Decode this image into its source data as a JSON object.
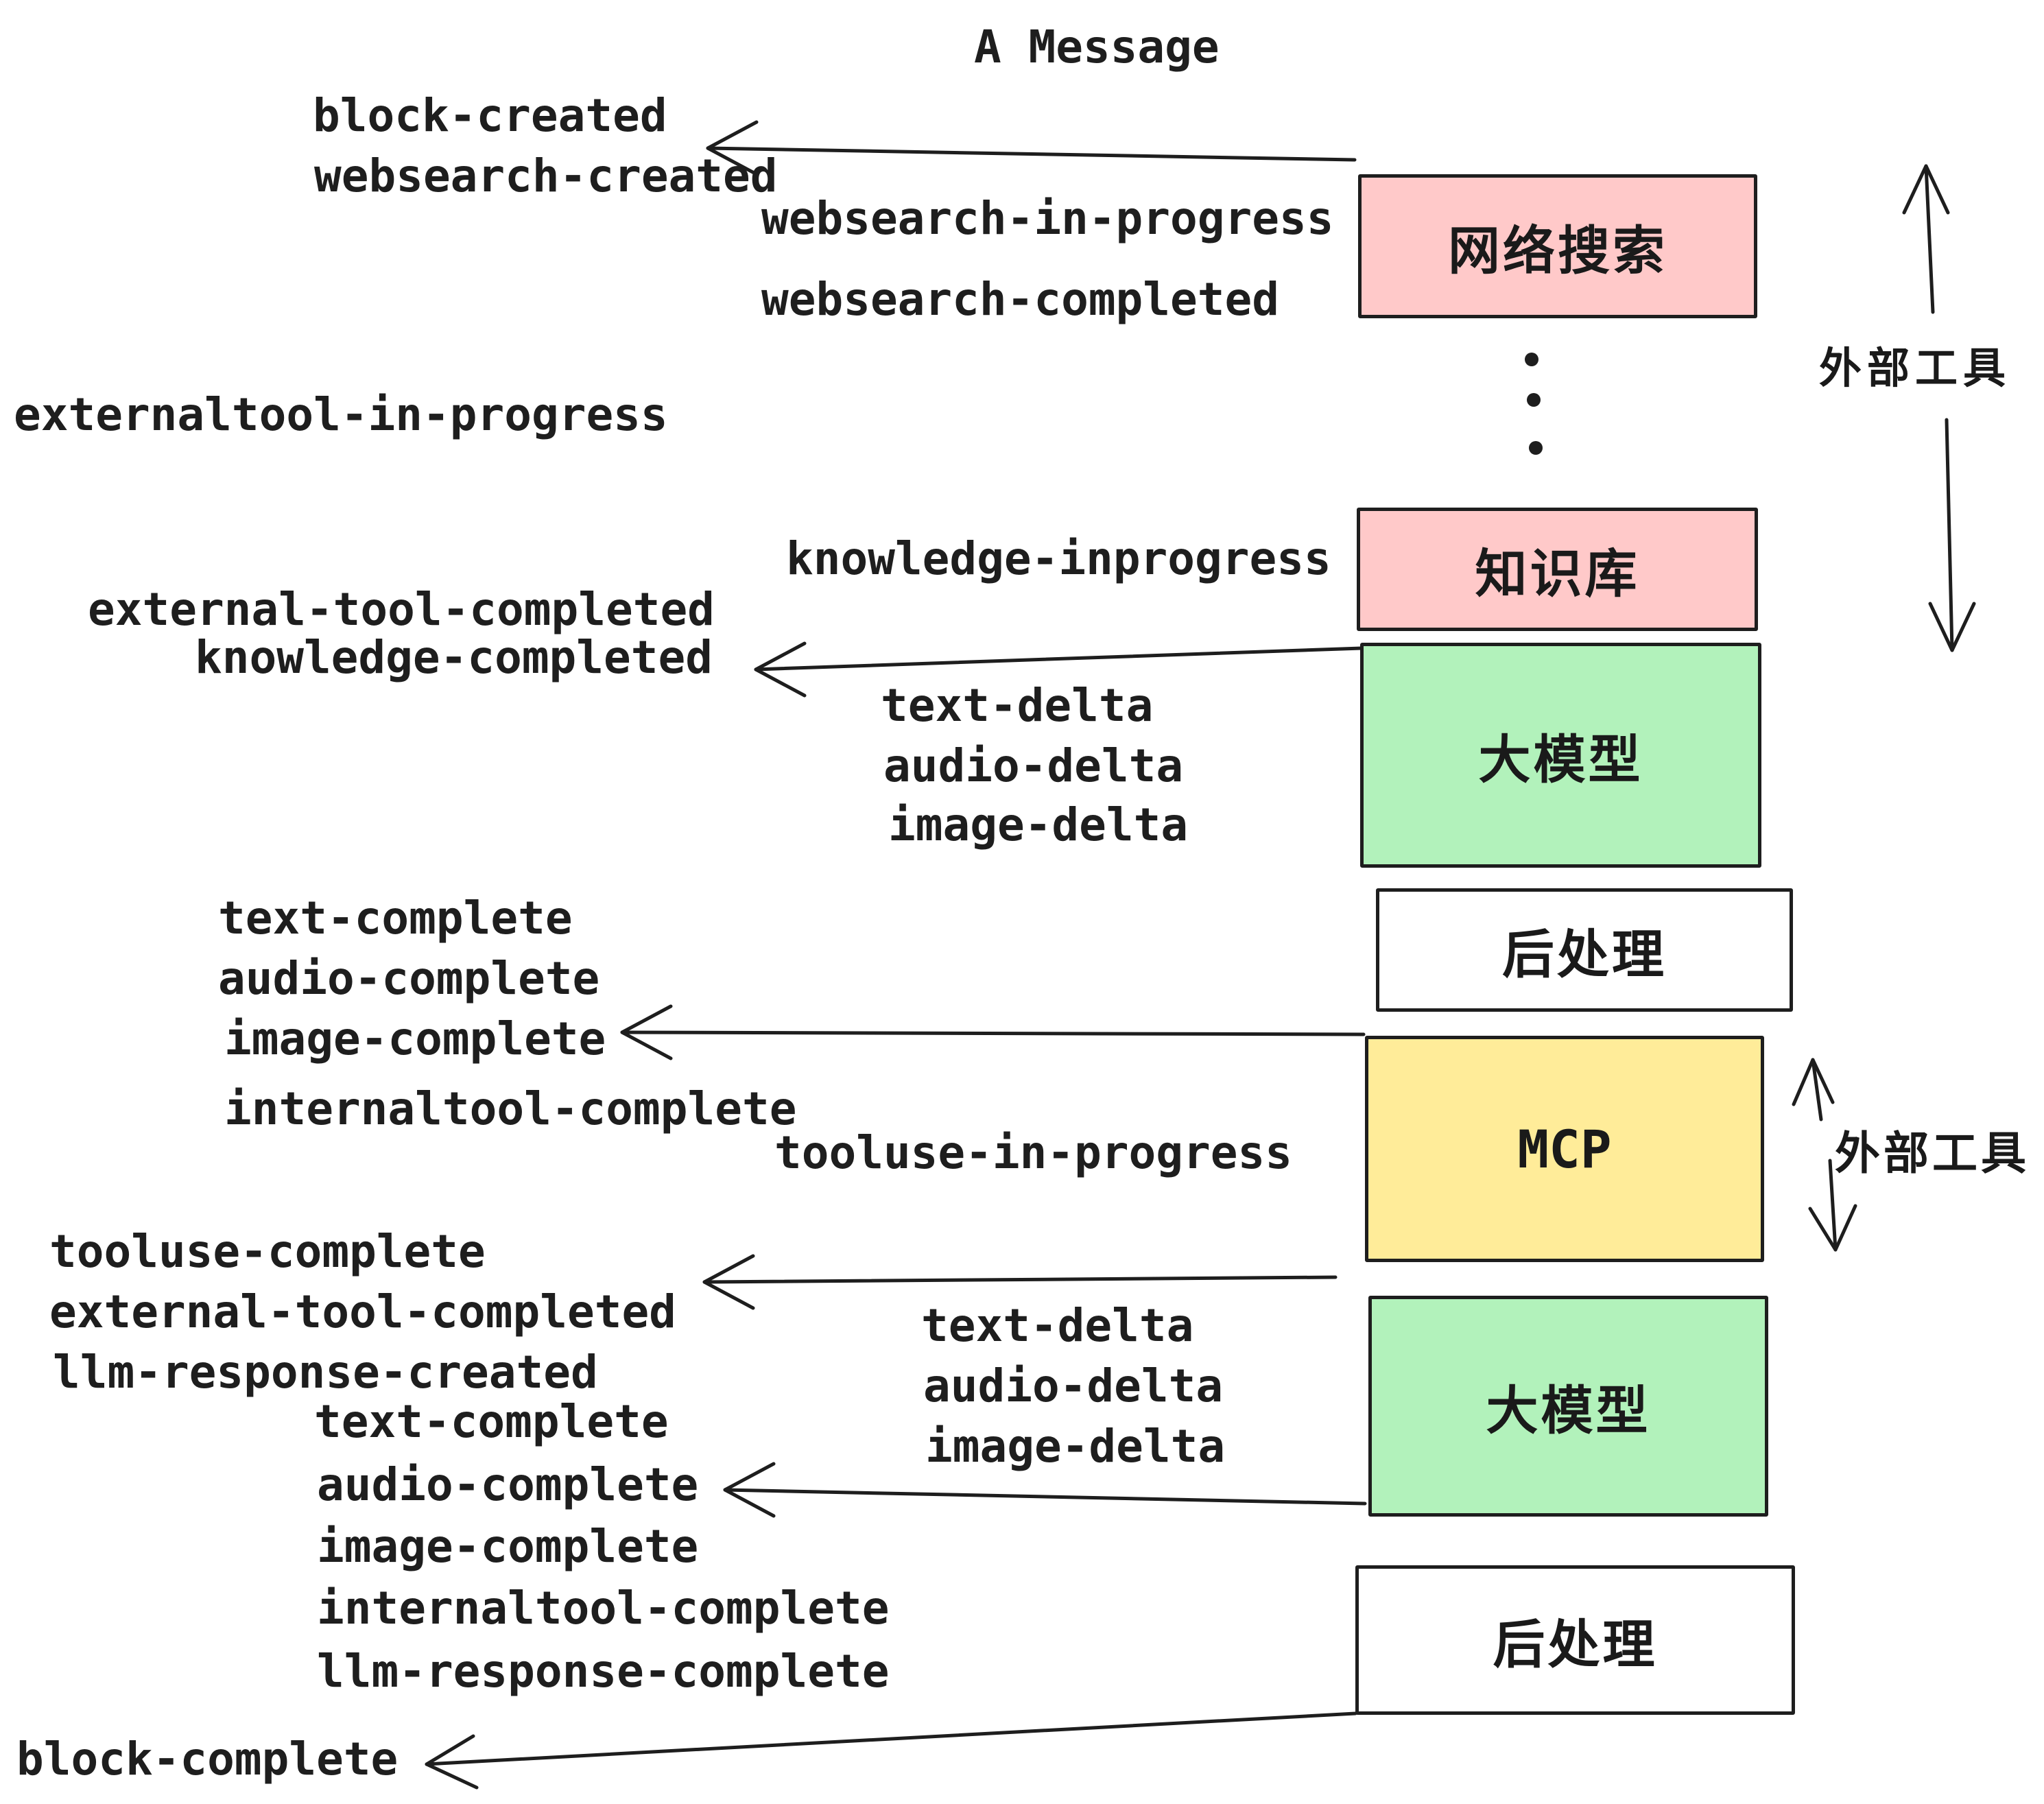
{
  "title": "A Message",
  "colors": {
    "ink": "#1e1e1e",
    "pink": "#ffc9c9",
    "green": "#b2f2bb",
    "yellow": "#ffec99",
    "white": "#ffffff"
  },
  "events": [
    {
      "text": "block-created"
    },
    {
      "text": "websearch-created"
    },
    {
      "text": "websearch-in-progress"
    },
    {
      "text": "websearch-completed"
    },
    {
      "text": "externaltool-in-progress"
    },
    {
      "text": "knowledge-inprogress"
    },
    {
      "text": "external-tool-completed"
    },
    {
      "text": "knowledge-completed"
    },
    {
      "text": "text-delta"
    },
    {
      "text": "audio-delta"
    },
    {
      "text": "image-delta"
    },
    {
      "text": "text-complete"
    },
    {
      "text": "audio-complete"
    },
    {
      "text": "image-complete"
    },
    {
      "text": "internaltool-complete"
    },
    {
      "text": "tooluse-in-progress"
    },
    {
      "text": "tooluse-complete"
    },
    {
      "text": "external-tool-completed"
    },
    {
      "text": "llm-response-created"
    },
    {
      "text": "text-complete"
    },
    {
      "text": "audio-complete"
    },
    {
      "text": "image-complete"
    },
    {
      "text": "internaltool-complete"
    },
    {
      "text": "llm-response-complete"
    },
    {
      "text": "block-complete"
    },
    {
      "text": "text-delta"
    },
    {
      "text": "audio-delta"
    },
    {
      "text": "image-delta"
    }
  ],
  "boxes": [
    {
      "label": "网络搜索",
      "color": "#ffc9c9"
    },
    {
      "label": "知识库",
      "color": "#ffc9c9"
    },
    {
      "label": "大模型",
      "color": "#b2f2bb"
    },
    {
      "label": "后处理",
      "color": "#ffffff"
    },
    {
      "label": "MCP",
      "color": "#ffec99"
    },
    {
      "label": "大模型",
      "color": "#b2f2bb"
    },
    {
      "label": "后处理",
      "color": "#ffffff"
    }
  ],
  "side_labels": [
    {
      "text": "外部工具"
    },
    {
      "text": "外部工具"
    }
  ]
}
